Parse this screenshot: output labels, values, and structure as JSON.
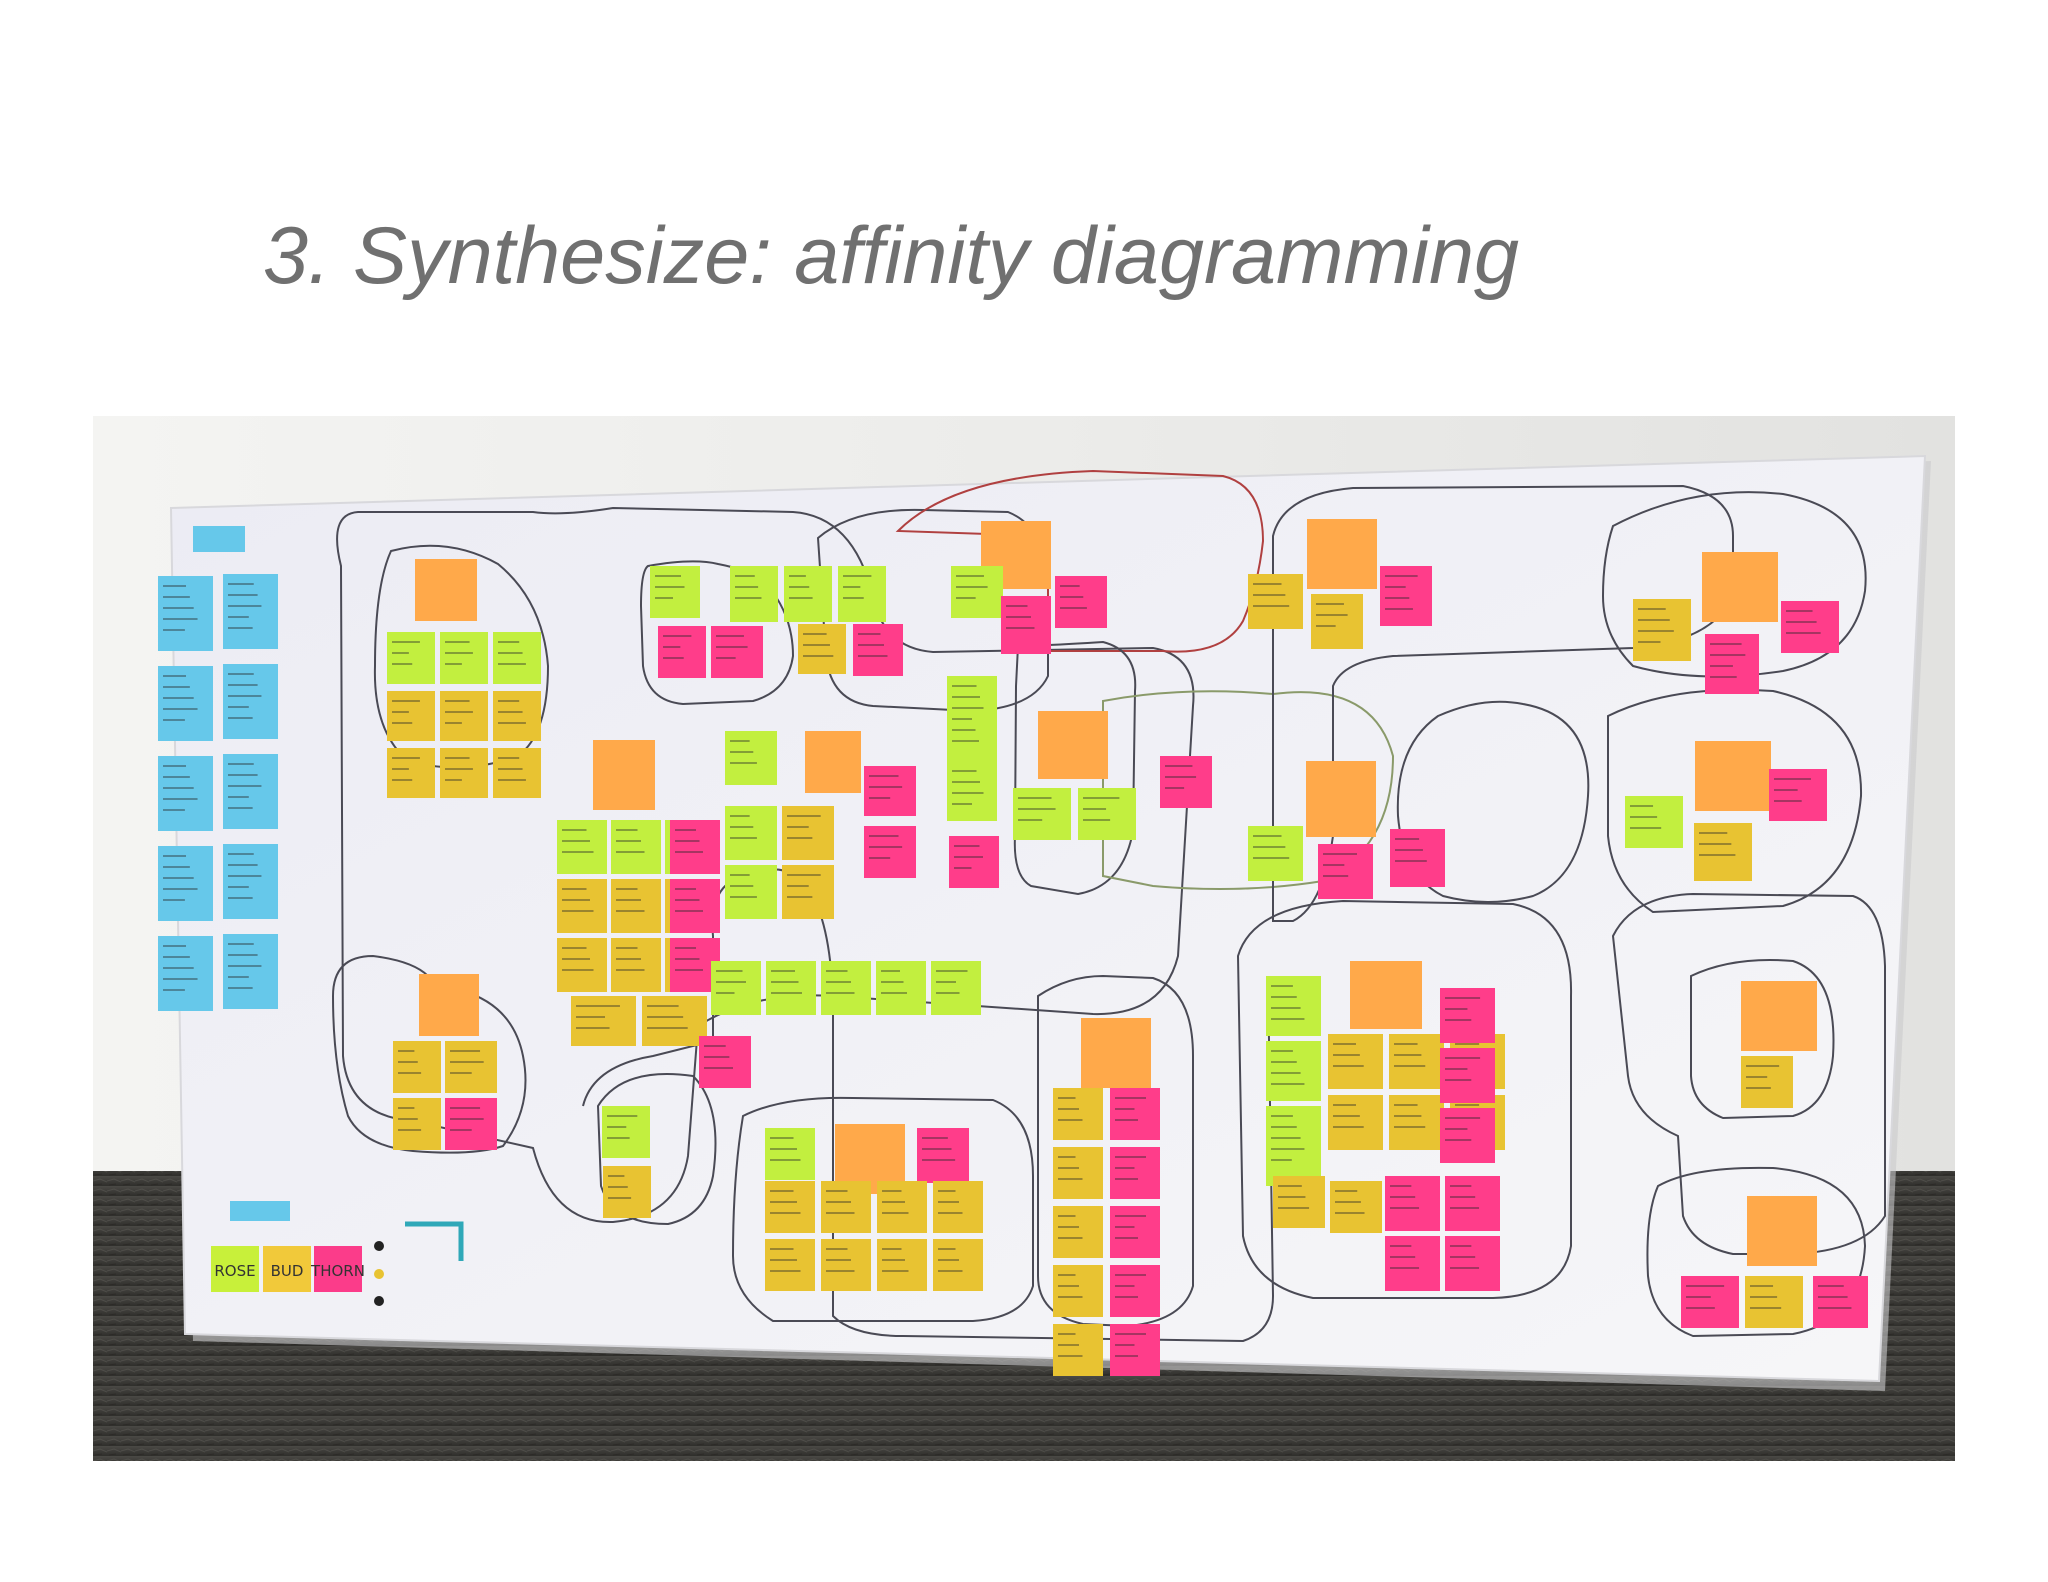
{
  "slide": {
    "title": "3. Synthesize: affinity diagramming"
  },
  "photo": {
    "legend": {
      "labels": [
        "ROSE",
        "BUD",
        "THORN"
      ],
      "colors": [
        "#c8f03a",
        "#f1c93a",
        "#fb3c8a"
      ]
    },
    "note_colors": {
      "header": "#ffa94a",
      "yellow": "#e8c332",
      "green": "#c2ef3f",
      "pink": "#ff3d8a",
      "blue": "#66c8ea"
    }
  }
}
